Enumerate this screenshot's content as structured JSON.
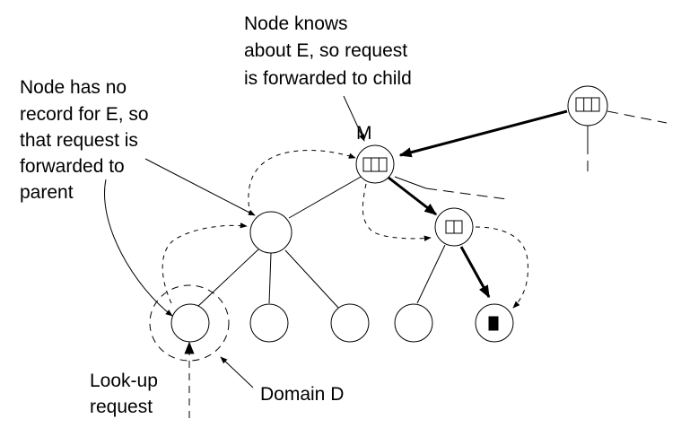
{
  "labels": {
    "node_knows_1": "Node knows",
    "node_knows_2": "about E, so request",
    "node_knows_3": "is forwarded to child",
    "no_record_1": "Node has no",
    "no_record_2": "record for E, so",
    "no_record_3": "that request is",
    "no_record_4": "forwarded to",
    "no_record_5": "parent",
    "node_m": "M",
    "lookup_1": "Look-up",
    "lookup_2": "request",
    "domain_d": "Domain D"
  }
}
